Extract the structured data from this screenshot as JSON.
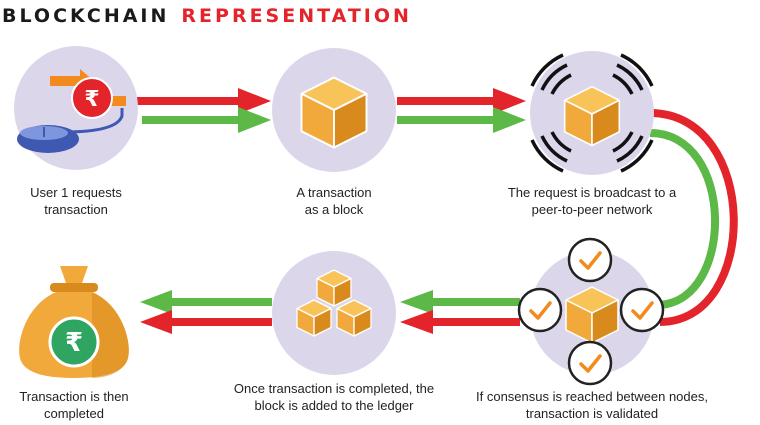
{
  "title": {
    "part1": "BLOCKCHAIN",
    "part2": "REPRESENTATION"
  },
  "colors": {
    "red": "#e3242b",
    "green": "#5cb947",
    "circle": "#dcd6ea",
    "cube": "#f2a93b",
    "cube_light": "#f8c45a",
    "cube_dark": "#d88a1c",
    "mouse": "#3f59b3",
    "check": "#f28a1d"
  },
  "steps": [
    {
      "id": "request",
      "icon": "mouse-with-exchange-arrows-icon",
      "badge_symbol": "₹",
      "caption": [
        "User 1 requests",
        "transaction"
      ]
    },
    {
      "id": "block",
      "icon": "cube-icon",
      "caption": [
        "A transaction",
        "as a block"
      ]
    },
    {
      "id": "broadcast",
      "icon": "broadcast-cube-icon",
      "caption": [
        "The request is broadcast to a",
        "peer-to-peer network"
      ]
    },
    {
      "id": "validate",
      "icon": "validated-cube-with-checkmarks-icon",
      "caption": [
        "If consensus is reached between nodes,",
        "transaction is validated"
      ]
    },
    {
      "id": "ledger",
      "icon": "stacked-cubes-icon",
      "caption": [
        "Once transaction is completed, the",
        "block is added to the ledger"
      ]
    },
    {
      "id": "complete",
      "icon": "money-bag-icon",
      "badge_symbol": "₹",
      "caption": [
        "Transaction is then",
        "completed"
      ]
    }
  ]
}
